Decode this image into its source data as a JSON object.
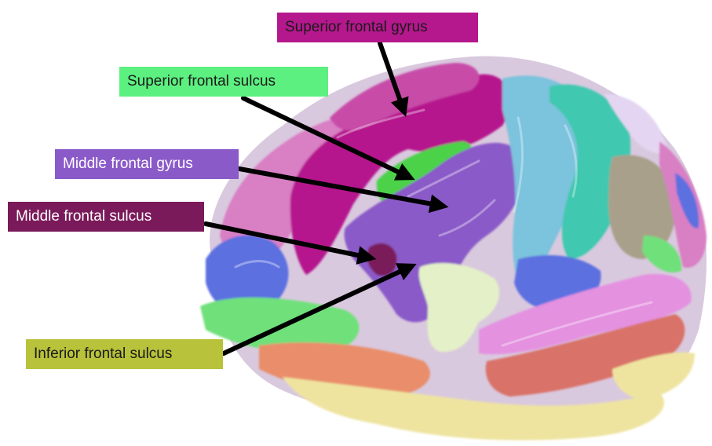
{
  "labels": {
    "superior_frontal_gyrus": "Superior frontal gyrus",
    "superior_frontal_sulcus": "Superior frontal sulcus",
    "middle_frontal_gyrus": "Middle frontal gyrus",
    "middle_frontal_sulcus": "Middle frontal sulcus",
    "inferior_frontal_sulcus": "Inferior frontal sulcus"
  },
  "colors": {
    "superior_frontal_gyrus": "#b5178d",
    "superior_frontal_sulcus": "#5cf080",
    "middle_frontal_gyrus": "#8a5ac8",
    "middle_frontal_sulcus": "#7a1a5a",
    "inferior_frontal_sulcus": "#b8c23a",
    "arrow": "#000000"
  }
}
